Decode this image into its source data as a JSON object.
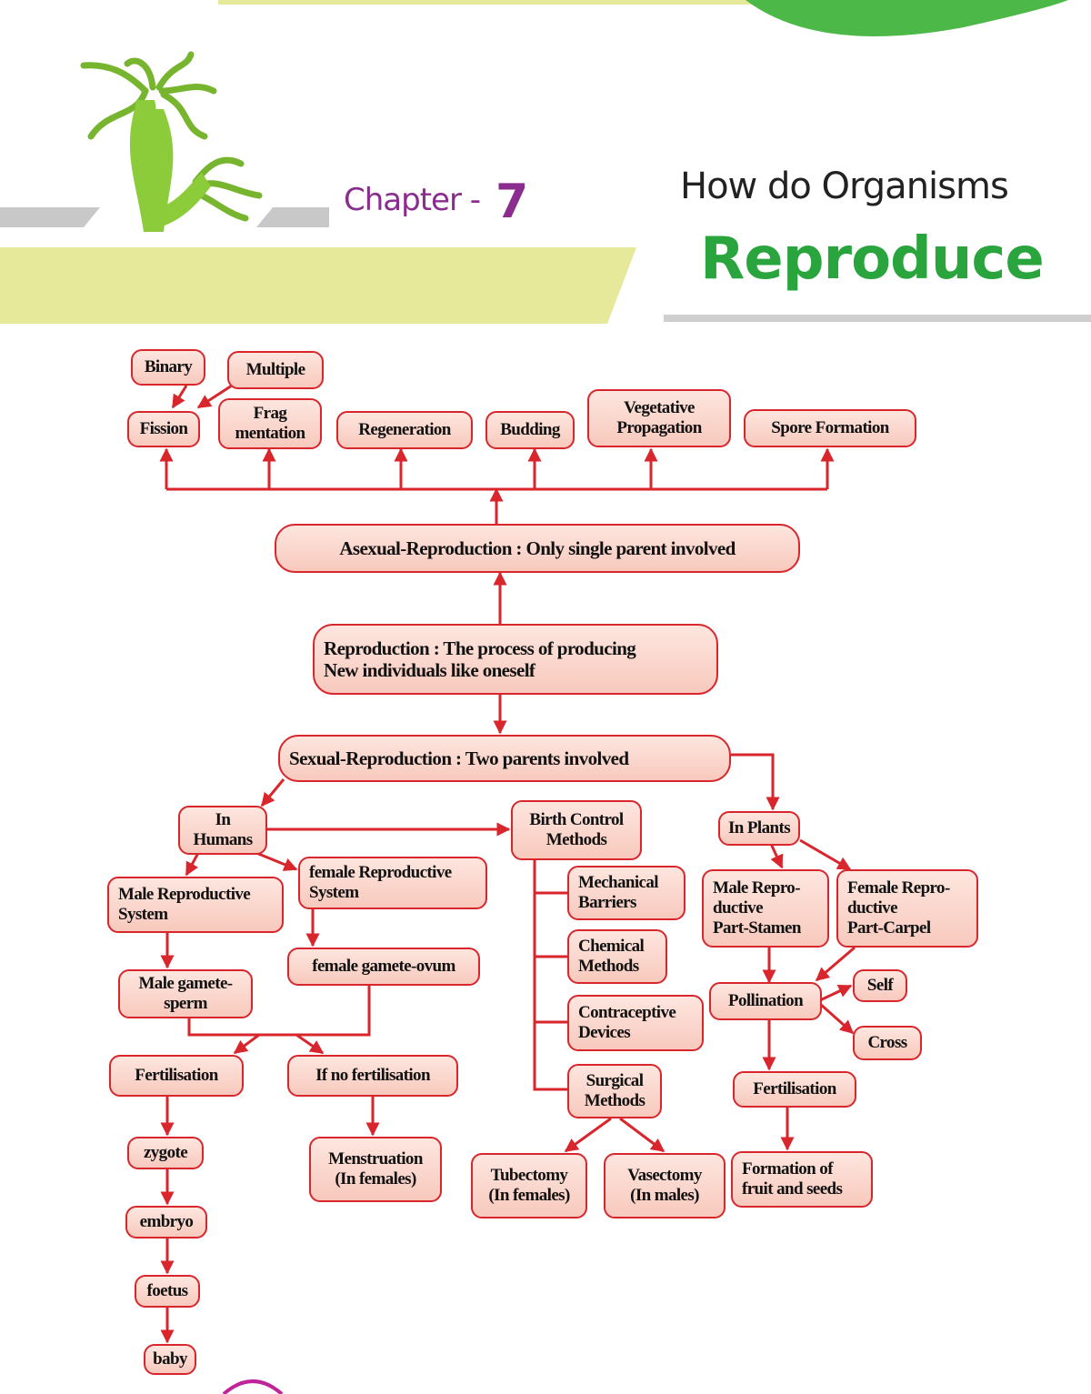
{
  "header": {
    "chapter_label": "Chapter -",
    "chapter_number": "7",
    "title_line1": "How do Organisms",
    "title_line2": "Reproduce"
  },
  "colors": {
    "accent_red": "#d8262c",
    "node_fill": "#f8c9bd",
    "title_green": "#2aa43c",
    "chapter_purple": "#8a2d8e",
    "band_yellow": "#e6e89a"
  },
  "nodes": {
    "binary": "Binary",
    "multiple": "Multiple",
    "fission": "Fission",
    "fragmentation": "Frag\nmentation",
    "regeneration": "Regeneration",
    "budding": "Budding",
    "vegetative": "Vegetative\nPropagation",
    "spore": "Spore Formation",
    "asexual": "Asexual-Reproduction : Only single parent involved",
    "reproduction": "Reproduction : The process of producing\nNew individuals like oneself",
    "sexual": "Sexual-Reproduction : Two parents involved",
    "humans": "In\nHumans",
    "birth_control": "Birth Control\nMethods",
    "plants": "In Plants",
    "male_system": "Male Reproductive\nSystem",
    "female_system": "female Reproductive\nSystem",
    "female_gamete": "female gamete-ovum",
    "male_gamete": "Male gamete-\nsperm",
    "fertilisation_h": "Fertilisation",
    "no_fertilisation": "If no fertilisation",
    "zygote": "zygote",
    "embryo": "embryo",
    "foetus": "foetus",
    "baby": "baby",
    "menstruation": "Menstruation\n(In females)",
    "mechanical": "Mechanical\nBarriers",
    "chemical": "Chemical\nMethods",
    "contraceptive": "Contraceptive\nDevices",
    "surgical": "Surgical\nMethods",
    "tubectomy": "Tubectomy\n(In females)",
    "vasectomy": "Vasectomy\n(In males)",
    "male_part": "Male Repro-\nductive\nPart-Stamen",
    "female_part": "Female Repro-\nductive\nPart-Carpel",
    "pollination": "Pollination",
    "self": "Self",
    "cross": "Cross",
    "fertilisation_p": "Fertilisation",
    "fruit_seeds": "Formation of\nfruit and seeds"
  }
}
